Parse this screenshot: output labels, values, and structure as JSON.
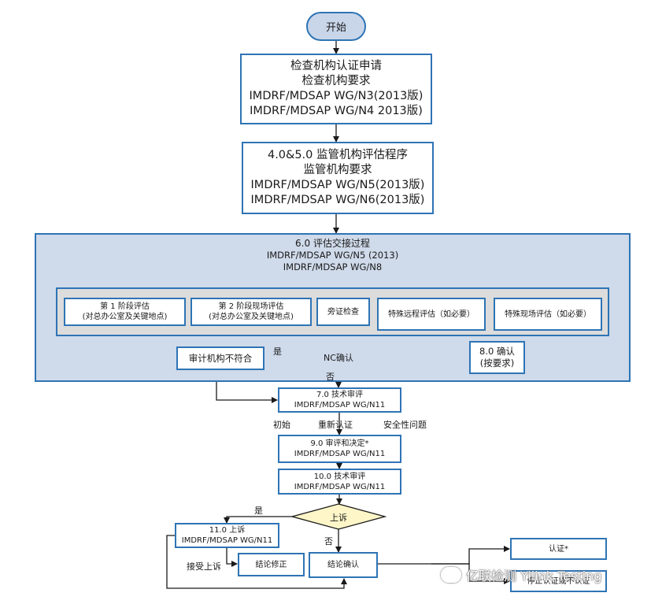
{
  "start": "开始",
  "box1": [
    "检查机构认证申请",
    "检查机构要求",
    "IMDRF/MDSAP WG/N3(2013版)",
    "IMDRF/MDSAP WG/N4  2013版)"
  ],
  "box2": [
    "4.0&5.0 监管机构评估程序",
    "监管机构要求",
    "IMDRF/MDSAP WG/N5(2013版)",
    "IMDRF/MDSAP WG/N6(2013版)"
  ],
  "panel": [
    "6.0 评估交接过程",
    "IMDRF/MDSAP WG/N5 (2013)",
    "IMDRF/MDSAP WG/N8"
  ],
  "stages": {
    "stage1": [
      "第 1 阶段评估",
      "(对总办公室及关键地点)"
    ],
    "stage2": [
      "第 2 阶段现场评估",
      "(对总办公室及关键地点)"
    ],
    "witness": "旁证检查",
    "remote": "特殊远程评估（如必要）",
    "onsite": "特殊现场评估（如必要）"
  },
  "confirm8": [
    "8.0 确认",
    "(按要求)"
  ],
  "nc_decision": "NC确认",
  "nonconform": "审计机构不符合",
  "review7": [
    "7.0 技术审评",
    "IMDRF/MDSAP WG/N11"
  ],
  "review_types": [
    "初始",
    "重新认证",
    "安全性问题"
  ],
  "review9": [
    "9.0 审评和决定*",
    "IMDRF/MDSAP WG/N11"
  ],
  "review10": [
    "10.0 技术审评",
    "IMDRF/MDSAP WG/N11"
  ],
  "appeal_decision": "上诉",
  "appeal11": [
    "11.0 上诉",
    "IMDRF/MDSAP WG/N11"
  ],
  "accept_appeal": "接受上诉",
  "correction": "结论修正",
  "conclusion": "结论确认",
  "certify": "认证*",
  "stop": "停止认证或不认证",
  "yes": "是",
  "no": "否",
  "watermark": "亿联检测 Yilink Testing",
  "colors": {
    "border": "#2e74b5",
    "panel": "#cfdaea",
    "inner": "#dcdcdc",
    "diamond": "#fef6c8",
    "start": "#c9d6ea"
  }
}
